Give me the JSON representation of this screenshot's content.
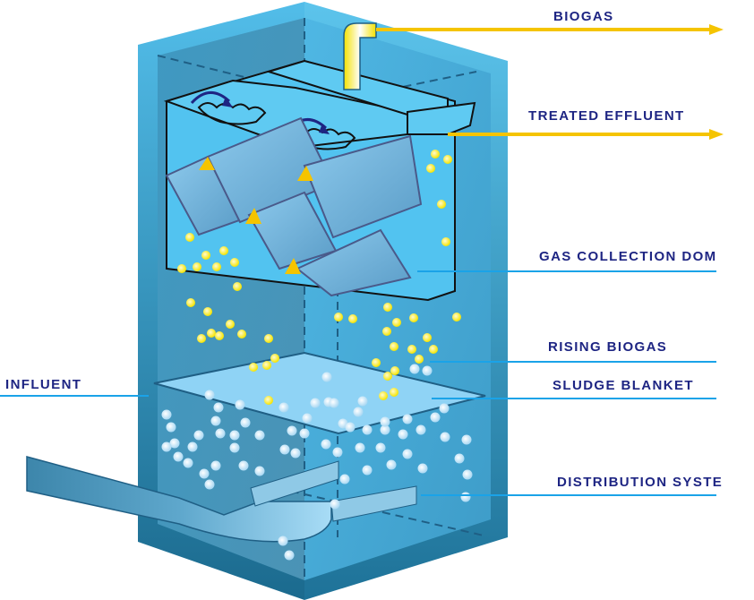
{
  "title": "UASB Reactor Diagram",
  "colors": {
    "label_text": "#1e2583",
    "leader_line": "#1aa3e8",
    "output_arrow": "#f5c400",
    "tank_outer_light": "#52bde9",
    "tank_outer_dark": "#1b6a8e",
    "tank_inner": "#4ab8e6",
    "sludge_blanket": "#8fd3f5",
    "biogas_bubble": "#fff36a",
    "sludge_bubble": "#d7eefc",
    "outline": "#111111"
  },
  "labels": {
    "biogas": "BIOGAS",
    "treated_effluent": "TREATED EFFLUENT",
    "gas_collection_dome": "GAS COLLECTION DOM",
    "rising_biogas": "RISING BIOGAS",
    "sludge_blanket": "SLUDGE BLANKET",
    "influent": "INFLUENT",
    "distribution_system": "DISTRIBUTION SYSTE"
  }
}
